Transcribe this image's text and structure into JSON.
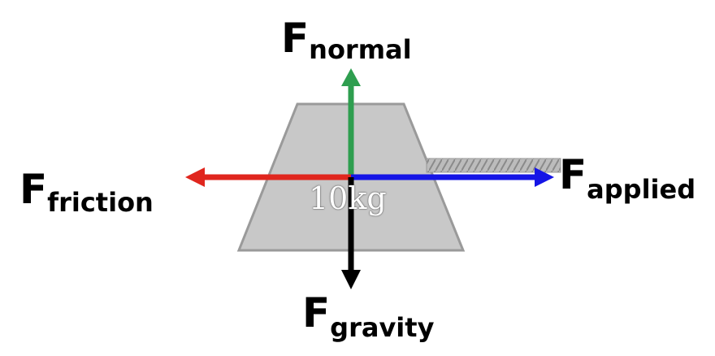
{
  "diagram": {
    "forces": {
      "normal": {
        "symbol": "F",
        "subscript": "normal",
        "color": "#2e9e4f"
      },
      "friction": {
        "symbol": "F",
        "subscript": "friction",
        "color": "#e0261e"
      },
      "applied": {
        "symbol": "F",
        "subscript": "applied",
        "color": "#1515e6"
      },
      "gravity": {
        "symbol": "F",
        "subscript": "gravity",
        "color": "#000000"
      }
    },
    "block": {
      "mass_label": "10kg",
      "color": "#c8c8c8"
    },
    "rope_color": "#a8a8a8"
  }
}
